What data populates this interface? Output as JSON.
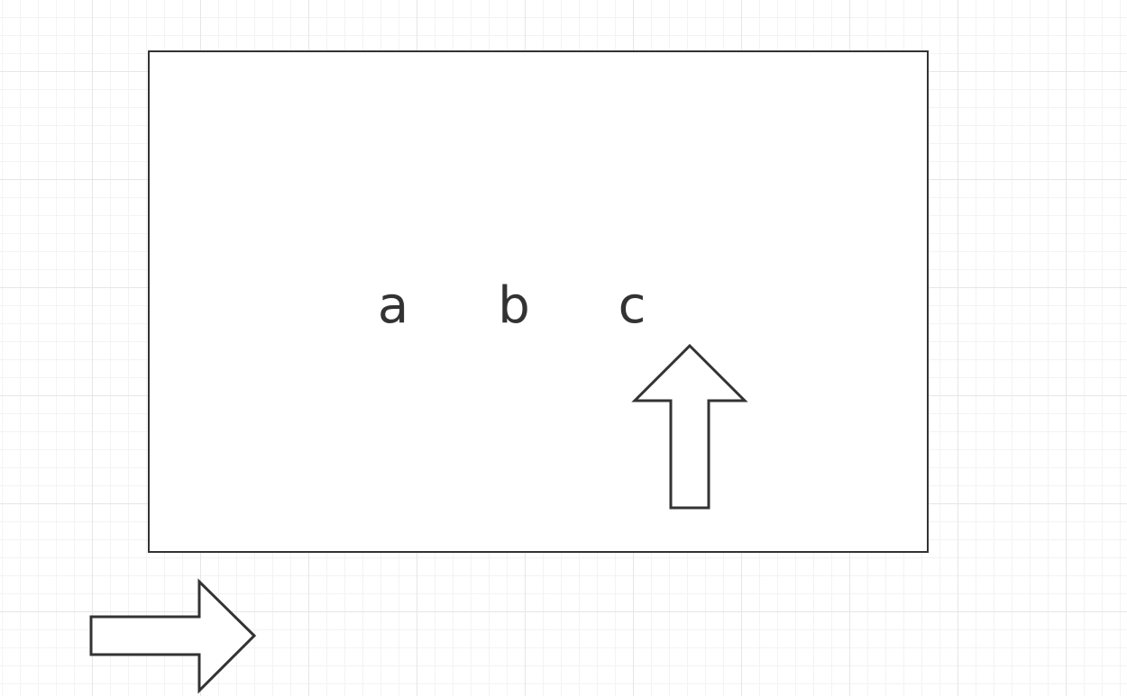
{
  "diagram": {
    "labels": [
      "a",
      "b",
      "c"
    ],
    "arrows": [
      {
        "name": "up-arrow",
        "direction": "up"
      },
      {
        "name": "right-arrow",
        "direction": "right"
      }
    ],
    "colors": {
      "stroke": "#333333",
      "fill": "#ffffff",
      "grid": "#e6e6e6"
    }
  }
}
